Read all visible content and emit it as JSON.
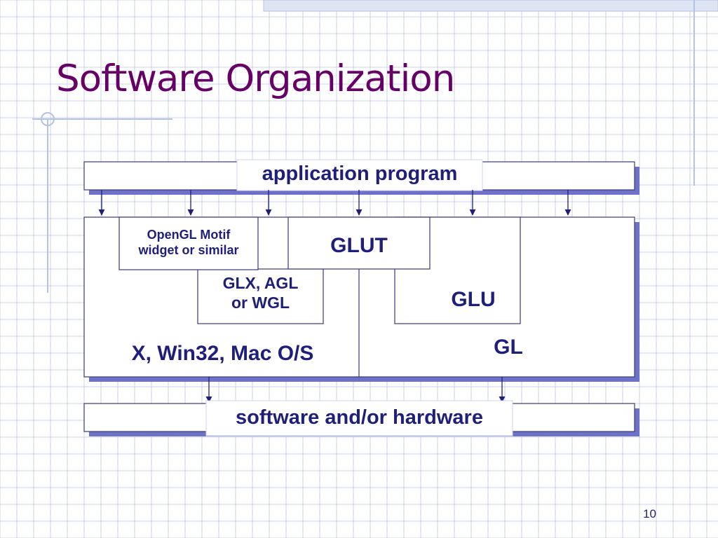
{
  "slide": {
    "title": "Software Organization",
    "page_number": "10"
  },
  "diagram": {
    "application": "application program",
    "motif": [
      "OpenGL Motif",
      "widget or similar"
    ],
    "glut": "GLUT",
    "glx": [
      "GLX, AGL",
      "or WGL"
    ],
    "glu": "GLU",
    "gl": "GL",
    "os": "X, Win32, Mac O/S",
    "hardware": "software and/or hardware"
  },
  "colors": {
    "title": "#660066",
    "text": "#1f1f7a",
    "shadow": "#6d72c8",
    "grid": "#c9d3ea"
  }
}
